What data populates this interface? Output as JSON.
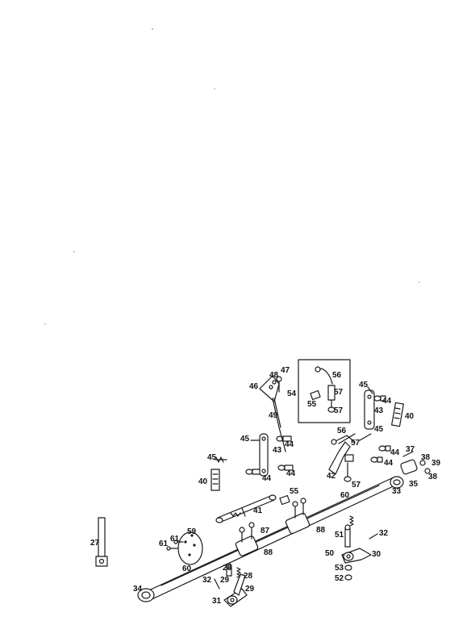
{
  "labels": {
    "l27": "27",
    "l34": "34",
    "l60a": "60",
    "l60b": "60",
    "l59": "59",
    "l61a": "61",
    "l61b": "61",
    "l87": "87",
    "l88a": "88",
    "l88b": "88",
    "l28a": "28",
    "l28b": "28",
    "l29a": "29",
    "l29b": "29",
    "l31": "31",
    "l32a": "32",
    "l32b": "32",
    "l41": "41",
    "l55a": "55",
    "l55b": "55",
    "l40a": "40",
    "l40b": "40",
    "l45a": "45",
    "l45b": "45",
    "l45c": "45",
    "l45d": "45",
    "l44a": "44",
    "l44b": "44",
    "l44c": "44",
    "l44d": "44",
    "l44e": "44",
    "l44f": "44",
    "l43a": "43",
    "l43b": "43",
    "l46": "46",
    "l47": "47",
    "l48": "48",
    "l49": "49",
    "l54": "54",
    "l56a": "56",
    "l56b": "56",
    "l57a": "57",
    "l57b": "57",
    "l57c": "57",
    "l57d": "57",
    "l42": "42",
    "l33": "33",
    "l35": "35",
    "l37": "37",
    "l38a": "38",
    "l38b": "38",
    "l39": "39",
    "l51": "51",
    "l50": "50",
    "l30": "30",
    "l53": "53",
    "l52": "52"
  },
  "colors": {
    "ink": "#1a1a1a",
    "paper": "#ffffff"
  }
}
